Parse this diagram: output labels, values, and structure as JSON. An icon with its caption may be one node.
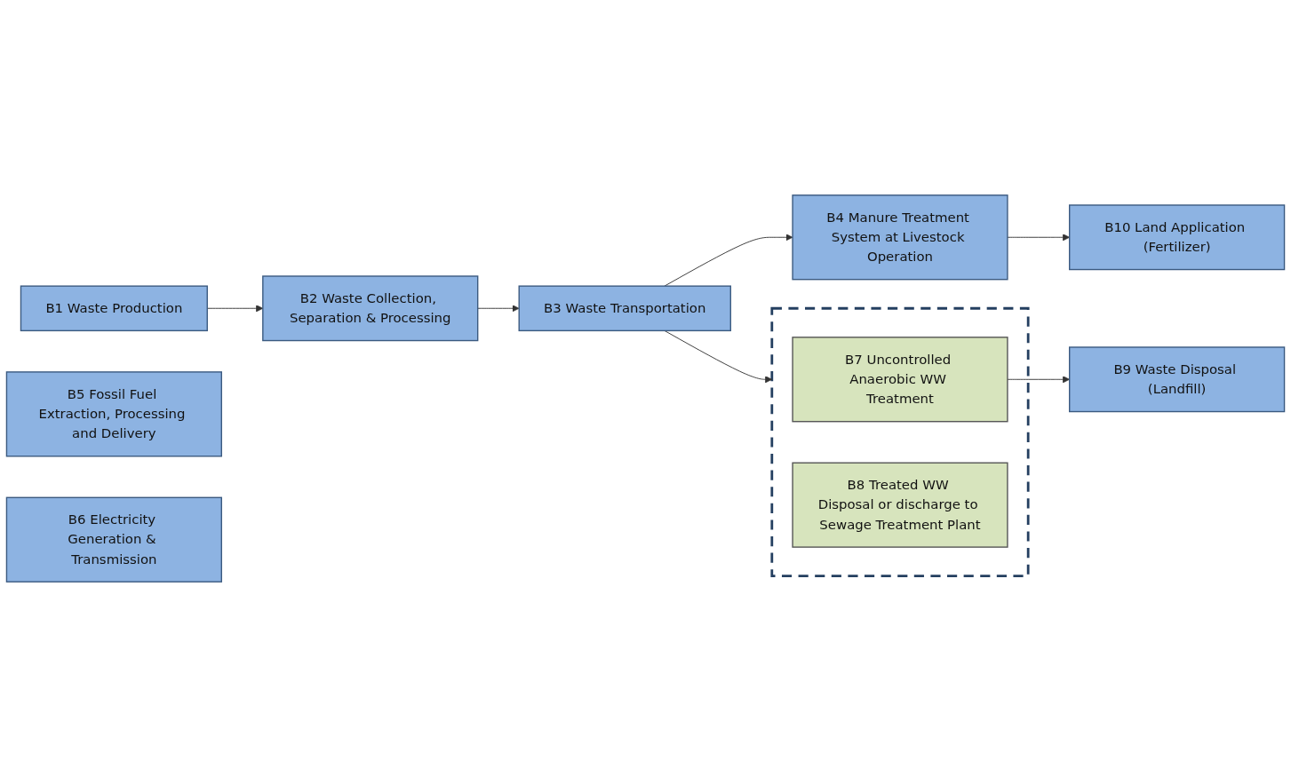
{
  "diagram": {
    "nodes": [
      {
        "text": [
          "B1 Waste Production"
        ]
      },
      {
        "text": [
          "B2 Waste Collection, Separation & Processing"
        ]
      },
      {
        "text": [
          "B3 Waste Transportation"
        ]
      },
      {
        "text": [
          "B4 Manure Treatment System at Livestock Operation"
        ]
      },
      {
        "text": [
          "B5 Fossil Fuel Extraction, Processing and Delivery"
        ]
      },
      {
        "text": [
          "B6 Electricity Generation & Transmission"
        ]
      },
      {
        "text": [],
        "shape": "box"
      },
      {
        "text": [
          "B7 Uncontrolled Anaerobic WW Treatment"
        ],
        "in": 6
      },
      {
        "text": [
          "B8 Treated WW Disposal or discharge to Sewage Treatment Plant"
        ],
        "in": 6
      },
      {
        "text": [
          "B9 Waste Disposal (Landfill)"
        ]
      },
      {
        "text": [
          "B10 Land Application (Fertilizer)"
        ]
      }
    ],
    "edges": [
      {
        "from": 0,
        "to": 1,
        "arrow": "to"
      },
      {
        "from": 1,
        "to": 2,
        "arrow": "to"
      },
      {
        "from": 2,
        "to": 3,
        "arrow": "to"
      },
      {
        "from": 2,
        "to": 6,
        "arrow": "to"
      },
      {
        "from": 7,
        "to": 9,
        "arrow": "to"
      },
      {
        "from": 3,
        "to": 10,
        "arrow": "to"
      }
    ]
  }
}
